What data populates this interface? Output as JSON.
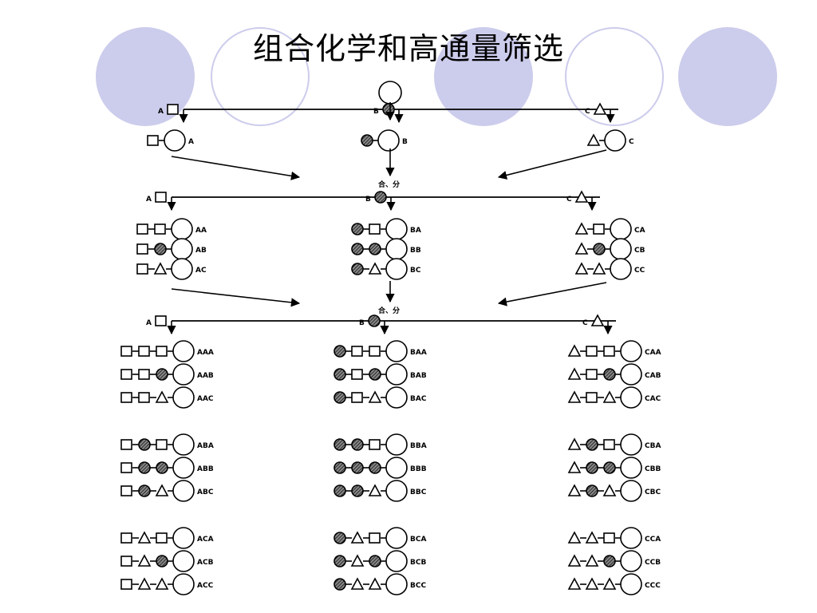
{
  "slide": {
    "title": "组合化学和高通量筛选",
    "accent_color": "#ccccec"
  },
  "diagram": {
    "ink_color": "#000000",
    "hatch_color": "#555555",
    "merge_label": "合、分",
    "building_blocks": [
      {
        "letter": "A",
        "shape": "square-icon"
      },
      {
        "letter": "B",
        "shape": "hatched-circle-icon"
      },
      {
        "letter": "C",
        "shape": "triangle-icon"
      }
    ],
    "rounds": [
      {
        "branches": [
          {
            "letter": "A",
            "items": [
              "A"
            ]
          },
          {
            "letter": "B",
            "items": [
              "B"
            ]
          },
          {
            "letter": "C",
            "items": [
              "C"
            ]
          }
        ]
      },
      {
        "branches": [
          {
            "letter": "A",
            "items": [
              "AA",
              "AB",
              "AC"
            ]
          },
          {
            "letter": "B",
            "items": [
              "BA",
              "BB",
              "BC"
            ]
          },
          {
            "letter": "C",
            "items": [
              "CA",
              "CB",
              "CC"
            ]
          }
        ]
      },
      {
        "branches": [
          {
            "letter": "A",
            "items": [
              "AAA",
              "AAB",
              "AAC",
              "ABA",
              "ABB",
              "ABC",
              "ACA",
              "ACB",
              "ACC"
            ]
          },
          {
            "letter": "B",
            "items": [
              "BAA",
              "BAB",
              "BAC",
              "BBA",
              "BBB",
              "BBC",
              "BCA",
              "BCB",
              "BCC"
            ]
          },
          {
            "letter": "C",
            "items": [
              "CAA",
              "CAB",
              "CAC",
              "CBA",
              "CBB",
              "CBC",
              "CCA",
              "CCB",
              "CCC"
            ]
          }
        ]
      }
    ]
  }
}
